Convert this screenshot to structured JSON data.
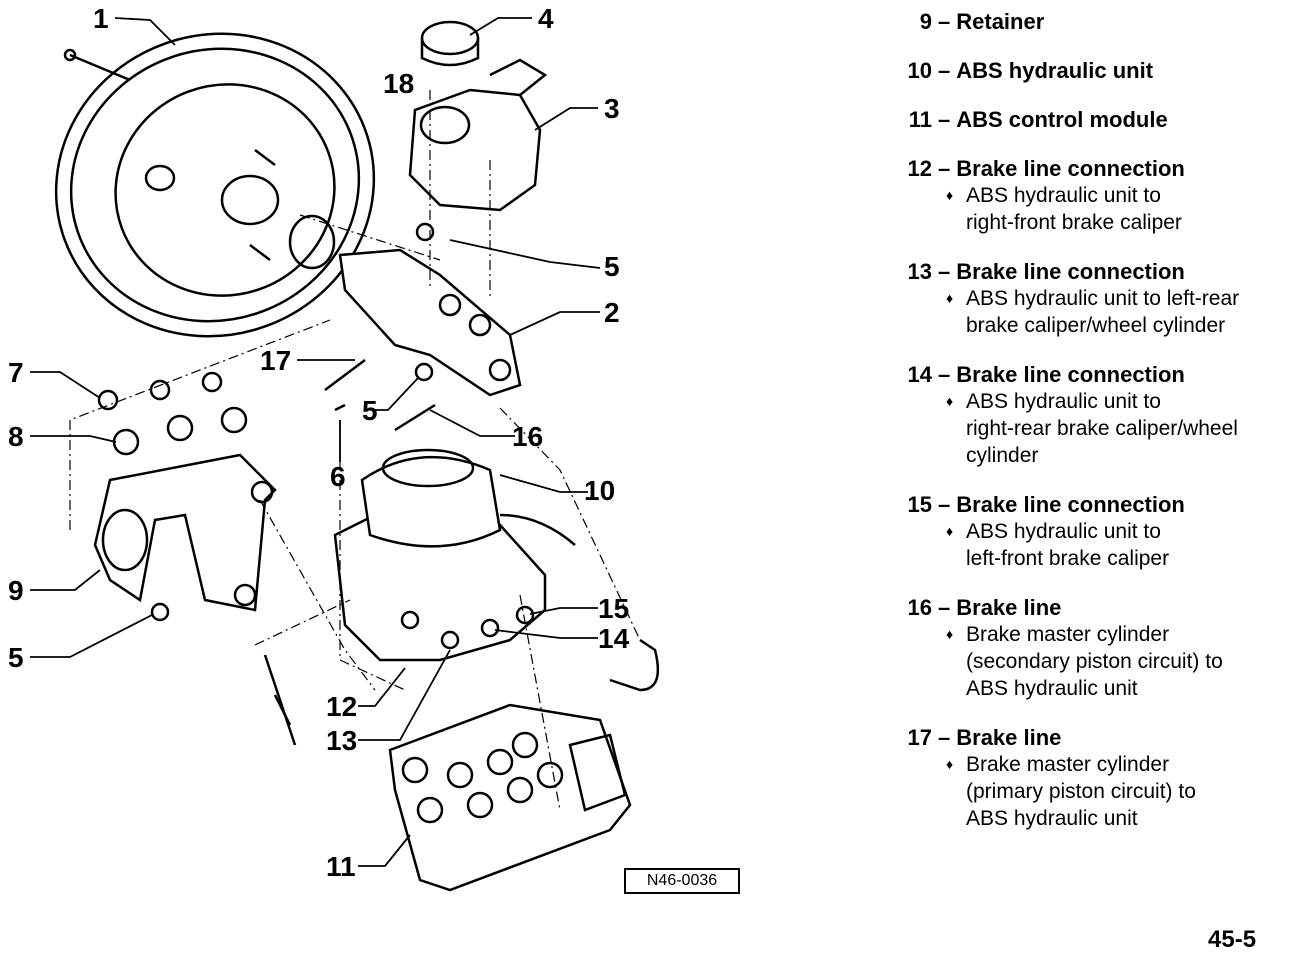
{
  "callouts": {
    "c1": "1",
    "c2": "2",
    "c3": "3",
    "c4": "4",
    "c5a": "5",
    "c5b": "5",
    "c5c": "5",
    "c6": "6",
    "c7": "7",
    "c8": "8",
    "c9": "9",
    "c10": "10",
    "c11": "11",
    "c12": "12",
    "c13": "13",
    "c14": "14",
    "c15": "15",
    "c16": "16",
    "c17": "17",
    "c18": "18"
  },
  "legend": [
    {
      "num": "9",
      "dash": "–",
      "label": "Retainer",
      "items": []
    },
    {
      "num": "10",
      "dash": "–",
      "label": "ABS hydraulic unit",
      "items": []
    },
    {
      "num": "11",
      "dash": "–",
      "label": "ABS control module",
      "items": []
    },
    {
      "num": "12",
      "dash": "–",
      "label": "Brake line connection",
      "items": [
        {
          "bullet": "♦",
          "lines": [
            "ABS hydraulic unit to",
            "right-front brake caliper"
          ]
        }
      ]
    },
    {
      "num": "13",
      "dash": "–",
      "label": "Brake line connection",
      "items": [
        {
          "bullet": "♦",
          "lines": [
            "ABS hydraulic unit to left-rear",
            "brake caliper/wheel cylinder"
          ]
        }
      ]
    },
    {
      "num": "14",
      "dash": "–",
      "label": "Brake line connection",
      "items": [
        {
          "bullet": "♦",
          "lines": [
            "ABS hydraulic unit to",
            "right-rear brake caliper/wheel",
            "cylinder"
          ]
        }
      ]
    },
    {
      "num": "15",
      "dash": "–",
      "label": "Brake line connection",
      "items": [
        {
          "bullet": "♦",
          "lines": [
            "ABS hydraulic unit to",
            "left-front brake caliper"
          ]
        }
      ]
    },
    {
      "num": "16",
      "dash": "–",
      "label": "Brake line",
      "items": [
        {
          "bullet": "♦",
          "lines": [
            "Brake master cylinder",
            "(secondary piston circuit) to",
            "ABS hydraulic unit"
          ]
        }
      ]
    },
    {
      "num": "17",
      "dash": "–",
      "label": "Brake line",
      "items": [
        {
          "bullet": "♦",
          "lines": [
            "Brake master cylinder",
            "(primary piston circuit) to",
            "ABS hydraulic unit"
          ]
        }
      ]
    }
  ],
  "figure_code": "N46-0036",
  "page_number": "45-5"
}
